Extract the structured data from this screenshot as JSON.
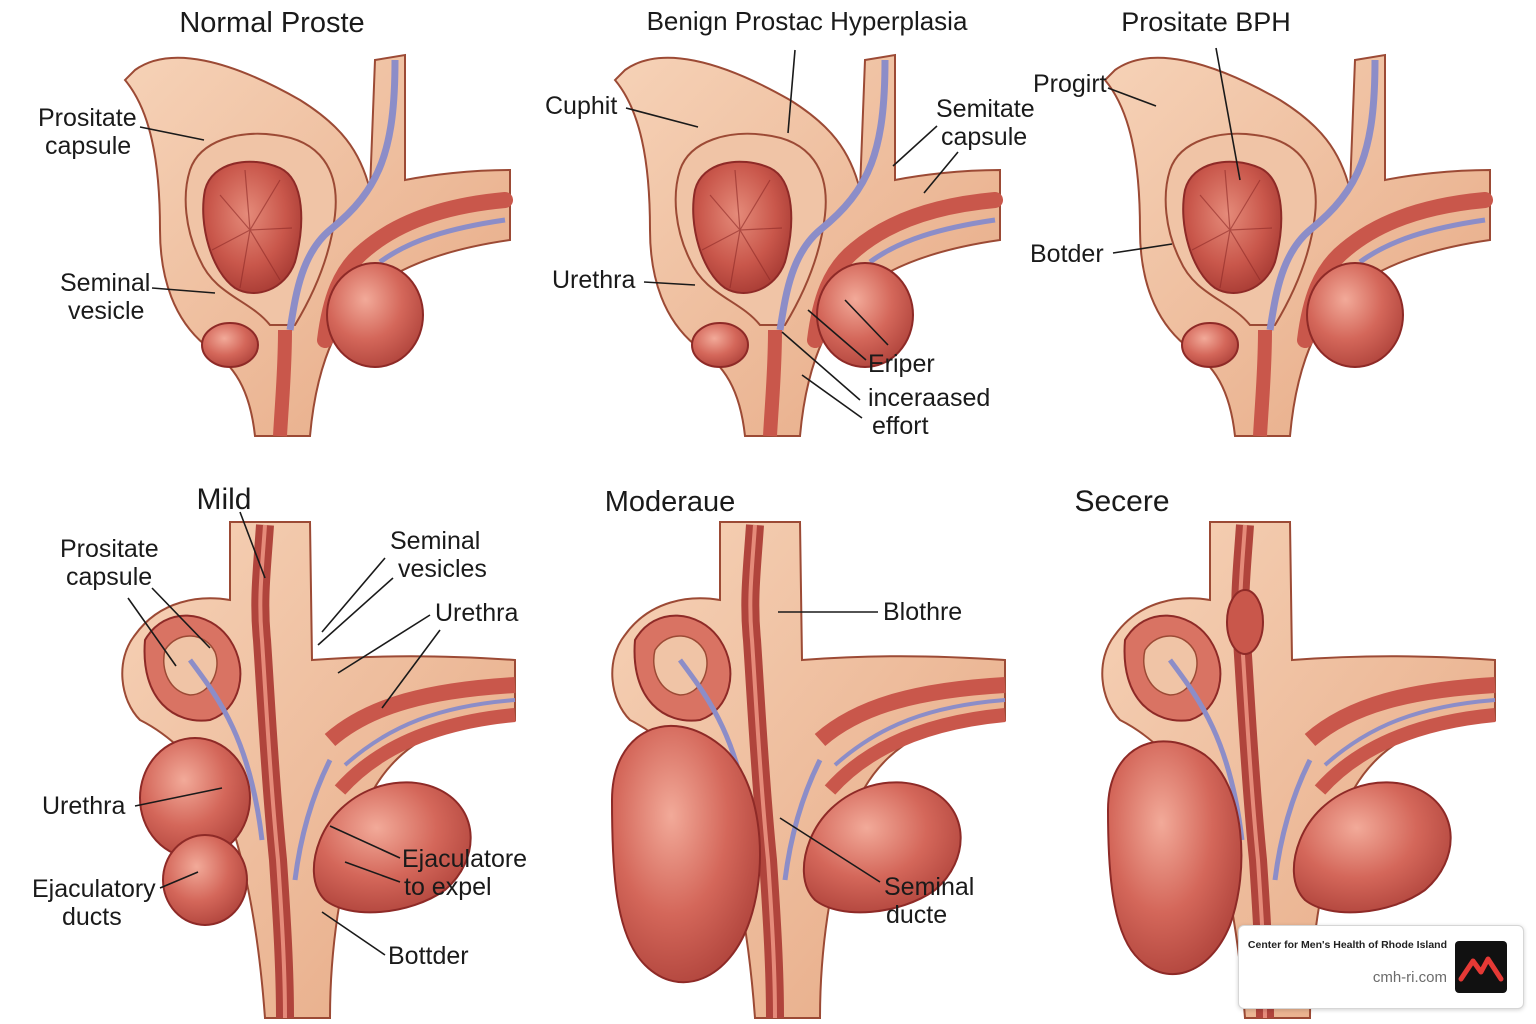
{
  "panels": [
    {
      "title": "Normal Proste",
      "labels": [
        {
          "lines": [
            "Prositate",
            "capsule"
          ]
        },
        {
          "lines": [
            "Seminal",
            "vesicle"
          ]
        }
      ]
    },
    {
      "title": "Benign Prostac Hyperplasia",
      "labels": [
        {
          "lines": [
            "Cuphit"
          ]
        },
        {
          "lines": [
            "Semitate",
            "capsule"
          ]
        },
        {
          "lines": [
            "Urethra"
          ]
        },
        {
          "lines": [
            "Eriper"
          ]
        },
        {
          "lines": [
            "inceraased",
            "effort"
          ]
        }
      ]
    },
    {
      "title": "Prositate BPH",
      "labels": [
        {
          "lines": [
            "Progirt"
          ]
        },
        {
          "lines": [
            "Botder"
          ]
        }
      ]
    },
    {
      "title": "Mild",
      "labels": [
        {
          "lines": [
            "Prositate",
            "capsule"
          ]
        },
        {
          "lines": [
            "Seminal",
            "vesicles"
          ]
        },
        {
          "lines": [
            "Urethra"
          ]
        },
        {
          "lines": [
            "Urethra"
          ]
        },
        {
          "lines": [
            "Ejaculatore",
            "to expel"
          ]
        },
        {
          "lines": [
            "Ejaculatory",
            "ducts"
          ]
        },
        {
          "lines": [
            "Bottder"
          ]
        }
      ]
    },
    {
      "title": "Moderaue",
      "labels": [
        {
          "lines": [
            "Blothre"
          ]
        },
        {
          "lines": [
            "Seminal",
            "ducte"
          ]
        }
      ]
    },
    {
      "title": "Secere",
      "labels": []
    }
  ],
  "brand": {
    "name": "Center for Men's Health of Rhode Island",
    "url": "cmh-ri.com",
    "logo_icon": "mountain-peaks-icon"
  },
  "colors": {
    "skin": "#ecb793",
    "skin_light": "#f6d2b7",
    "outline": "#9c4a35",
    "tissue": "#c9574b",
    "tissue_dark": "#8e2a27",
    "duct": "#8c8dc8",
    "logo_red": "#e53935"
  }
}
